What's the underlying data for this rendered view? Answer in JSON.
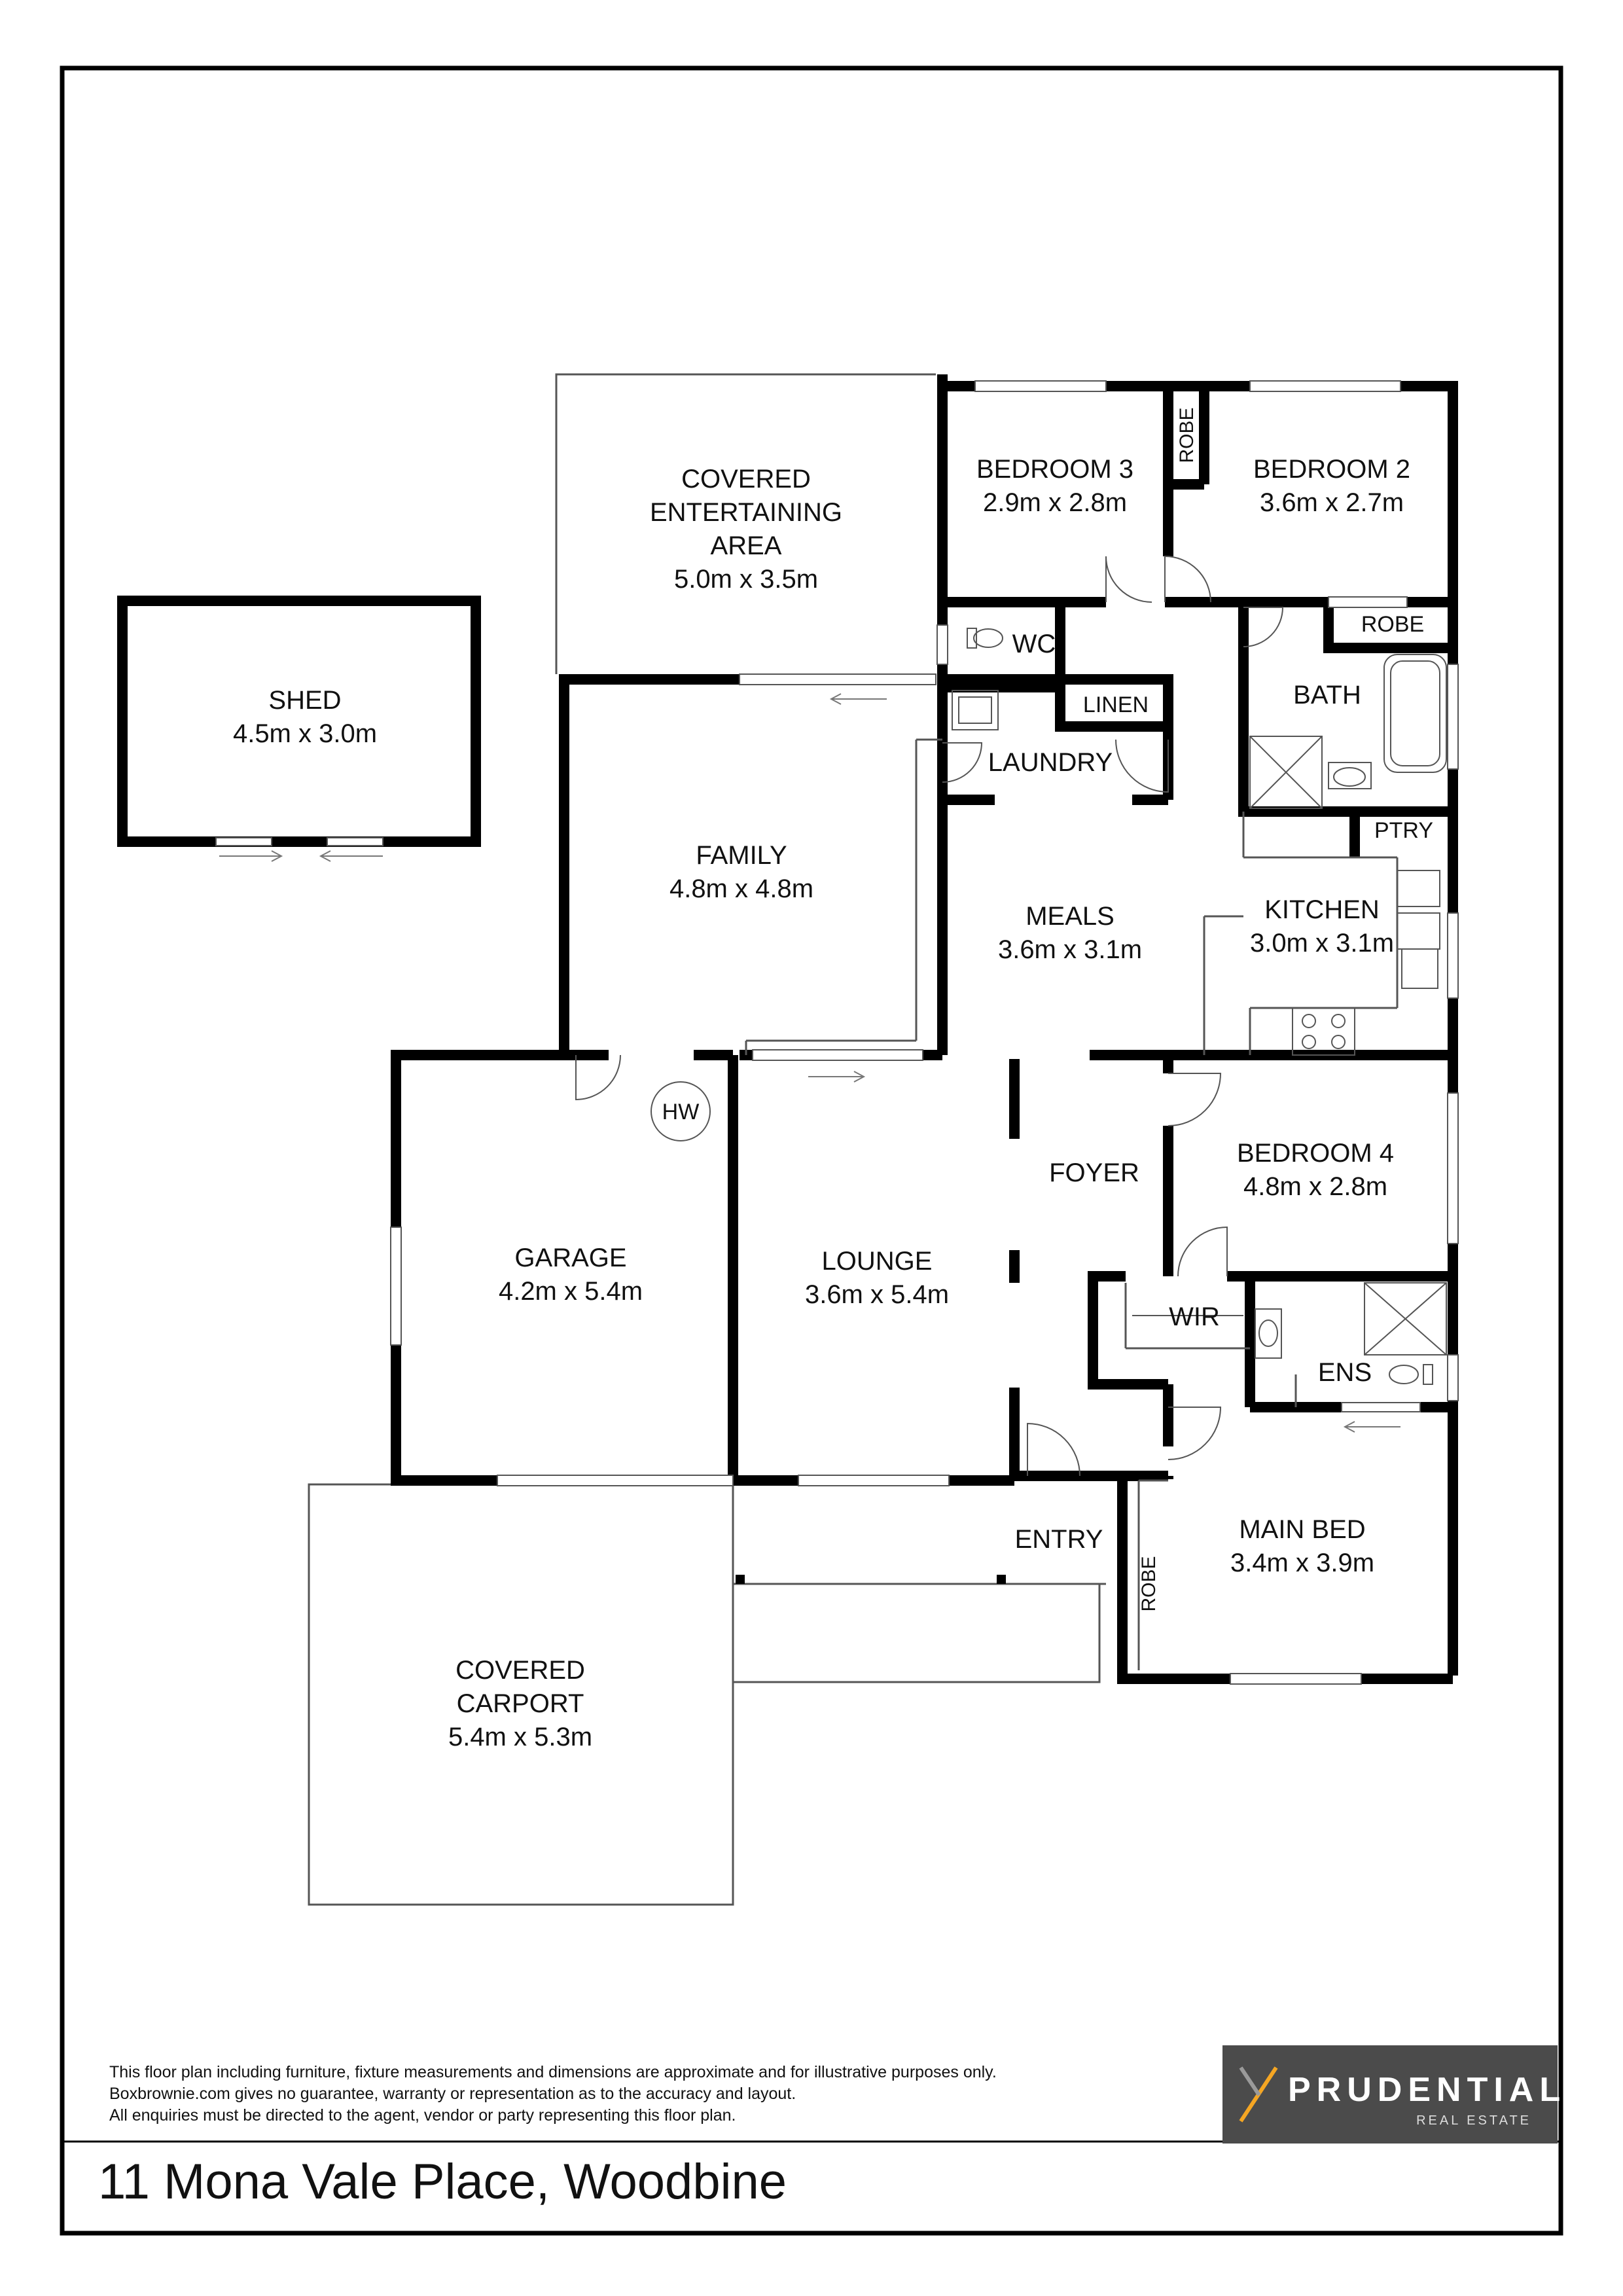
{
  "rooms": {
    "covered_entertaining": {
      "line1": "COVERED",
      "line2": "ENTERTAINING",
      "line3": "AREA",
      "dims": "5.0m x 3.5m"
    },
    "bedroom3": {
      "name": "BEDROOM 3",
      "dims": "2.9m x 2.8m"
    },
    "bedroom2": {
      "name": "BEDROOM 2",
      "dims": "3.6m x 2.7m"
    },
    "shed": {
      "name": "SHED",
      "dims": "4.5m x 3.0m"
    },
    "family": {
      "name": "FAMILY",
      "dims": "4.8m x 4.8m"
    },
    "meals": {
      "name": "MEALS",
      "dims": "3.6m x 3.1m"
    },
    "kitchen": {
      "name": "KITCHEN",
      "dims": "3.0m x 3.1m"
    },
    "bedroom4": {
      "name": "BEDROOM 4",
      "dims": "4.8m x 2.8m"
    },
    "garage": {
      "name": "GARAGE",
      "dims": "4.2m x 5.4m"
    },
    "lounge": {
      "name": "LOUNGE",
      "dims": "3.6m x 5.4m"
    },
    "main_bed": {
      "name": "MAIN BED",
      "dims": "3.4m x 3.9m"
    },
    "covered_carport": {
      "line1": "COVERED",
      "line2": "CARPORT",
      "dims": "5.4m x 5.3m"
    }
  },
  "small_labels": {
    "robe_bed3": "ROBE",
    "robe_bath": "ROBE",
    "robe_main": "ROBE",
    "wc": "WC",
    "linen": "LINEN",
    "laundry": "LAUNDRY",
    "bath": "BATH",
    "ptry": "PTRY",
    "hw": "HW",
    "foyer": "FOYER",
    "wir": "WIR",
    "ens": "ENS",
    "entry": "ENTRY"
  },
  "disclaimer": [
    "This floor plan including furniture, fixture measurements and dimensions are approximate and for illustrative purposes only.",
    "Boxbrownie.com gives no guarantee, warranty or representation as to the accuracy and layout.",
    "All enquiries must be directed to the agent, vendor or party representing this floor plan."
  ],
  "address": "11 Mona Vale Place, Woodbine",
  "logo": {
    "name": "PRUDENTIAL",
    "sub": "REAL ESTATE",
    "accent": "#f5a623",
    "bg": "#4b4b4b"
  },
  "colors": {
    "wall": "#000000",
    "thin_line": "#555555",
    "text": "#111111"
  }
}
